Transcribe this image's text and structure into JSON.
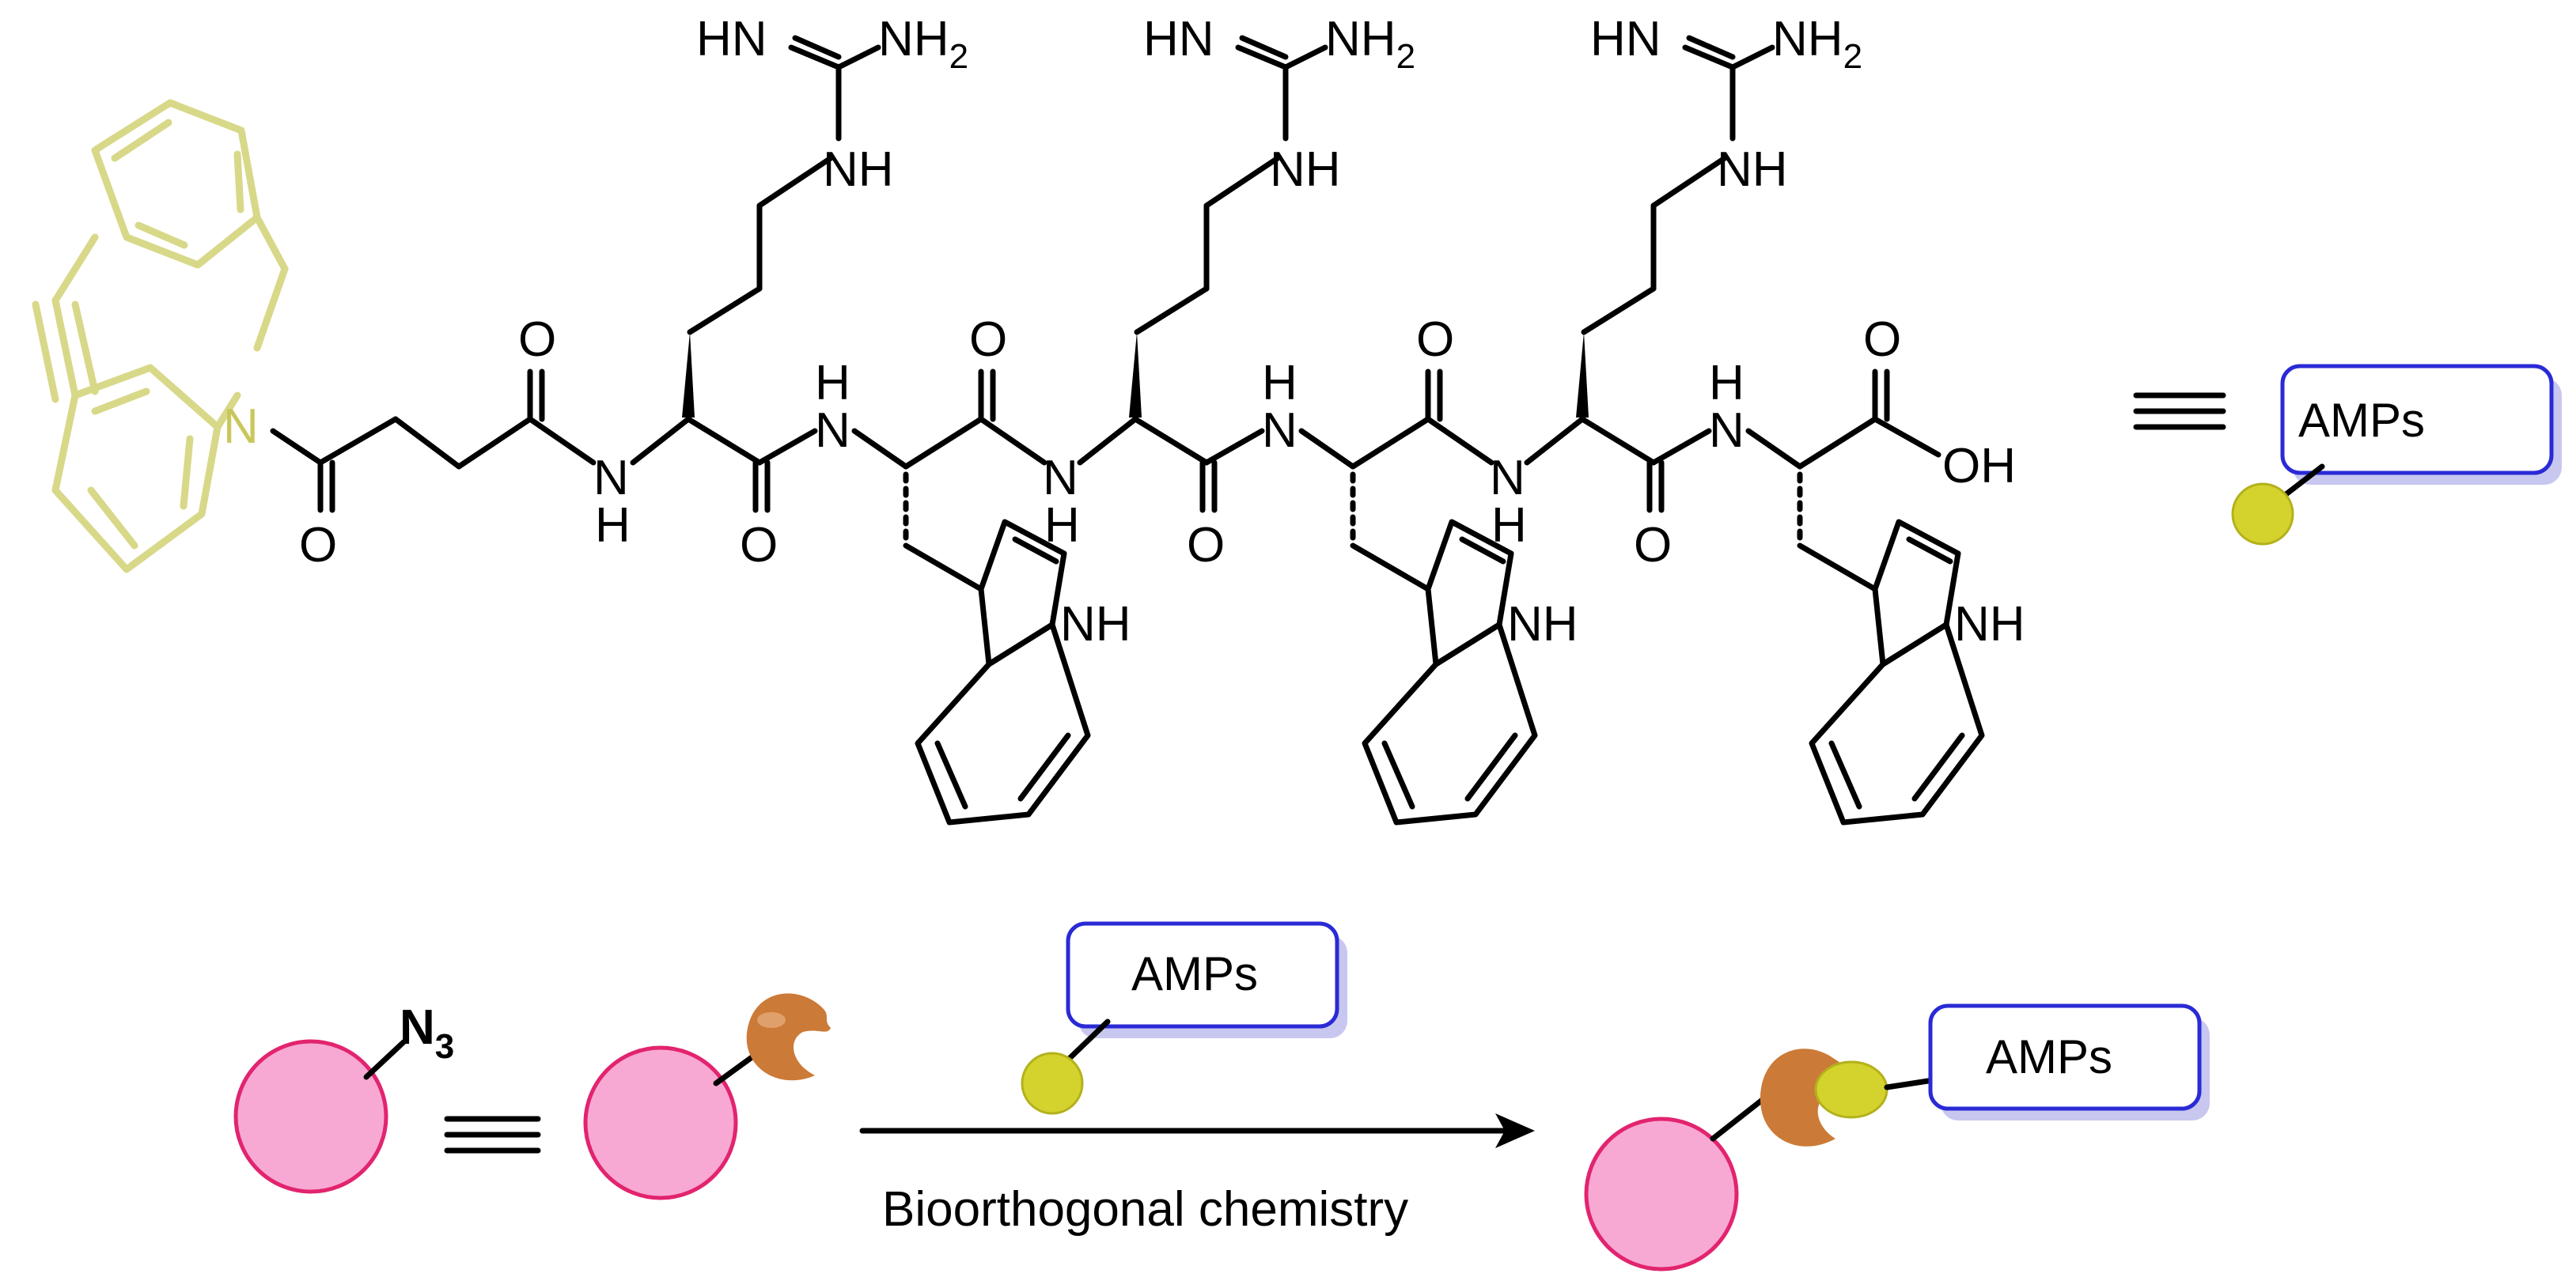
{
  "labels": {
    "equiv": "≡",
    "amps": "AMPs",
    "n3_n": "N",
    "n3_sub": "3",
    "reaction": "Bioorthogonal chemistry",
    "nitrogen": "N",
    "hn": "HN",
    "nh2_base": "NH",
    "nh2_sub": "2",
    "nh": "NH",
    "n": "N",
    "h": "H",
    "o": "O",
    "oh": "OH"
  },
  "colors": {
    "linker_yellow": "#d8d889",
    "ball_pink": "#f8a9d3",
    "ball_stroke": "#e2246f",
    "dot_yellow": "#d4d22c",
    "azide_orange": "#cc7a37",
    "label_border": "#2a2ad6",
    "label_shadow": "#c7c7ef"
  },
  "peptide": {
    "sequence": [
      "DBCO-succinyl",
      "Arg",
      "Trp",
      "Arg",
      "Trp",
      "Arg",
      "Trp"
    ],
    "c_terminus": "acid"
  }
}
